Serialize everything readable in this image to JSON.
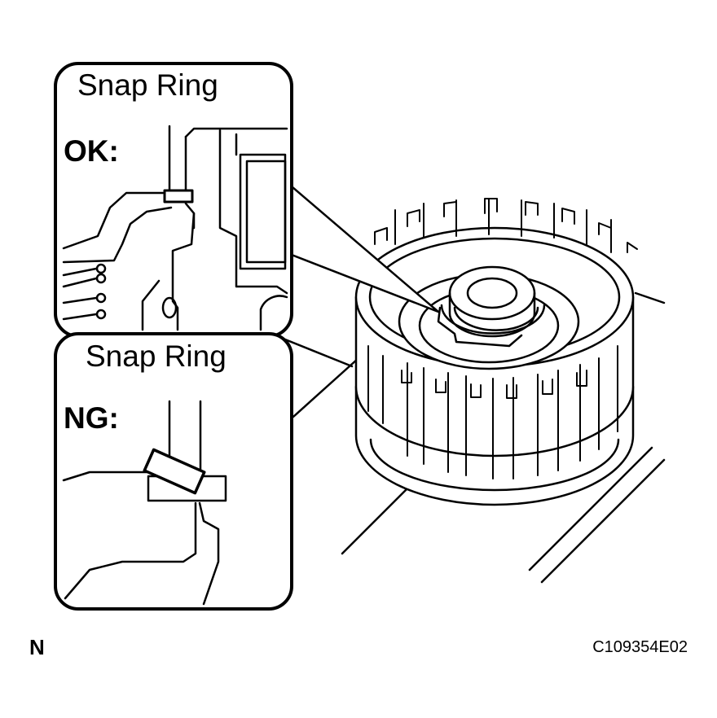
{
  "panels": {
    "ok": {
      "title": "Snap Ring",
      "status": "OK:"
    },
    "ng": {
      "title": "Snap Ring",
      "status": "NG:"
    }
  },
  "footer": {
    "orientation_mark": "N",
    "figure_code": "C109354E02"
  },
  "colors": {
    "line": "#000000",
    "background": "#ffffff"
  }
}
